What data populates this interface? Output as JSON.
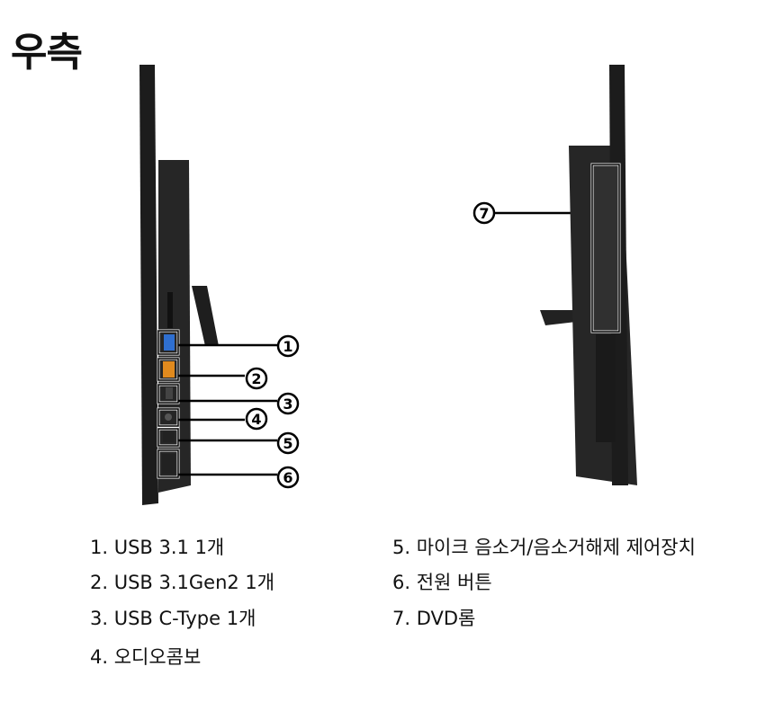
{
  "title": "우측",
  "callouts": [
    "1",
    "2",
    "3",
    "4",
    "5",
    "6",
    "7"
  ],
  "specs": [
    "1. USB 3.1 1개",
    "2. USB 3.1Gen2 1개",
    "3. USB C-Type 1개",
    "4. 오디오콤보",
    "5. 마이크 음소거/음소거해제 제어장치",
    "6. 전원 버튼",
    "7. DVD롬"
  ],
  "colors": {
    "device": "#2a2a2a",
    "usb31": "#2f6fd0",
    "usb31gen2": "#e08a1e"
  }
}
